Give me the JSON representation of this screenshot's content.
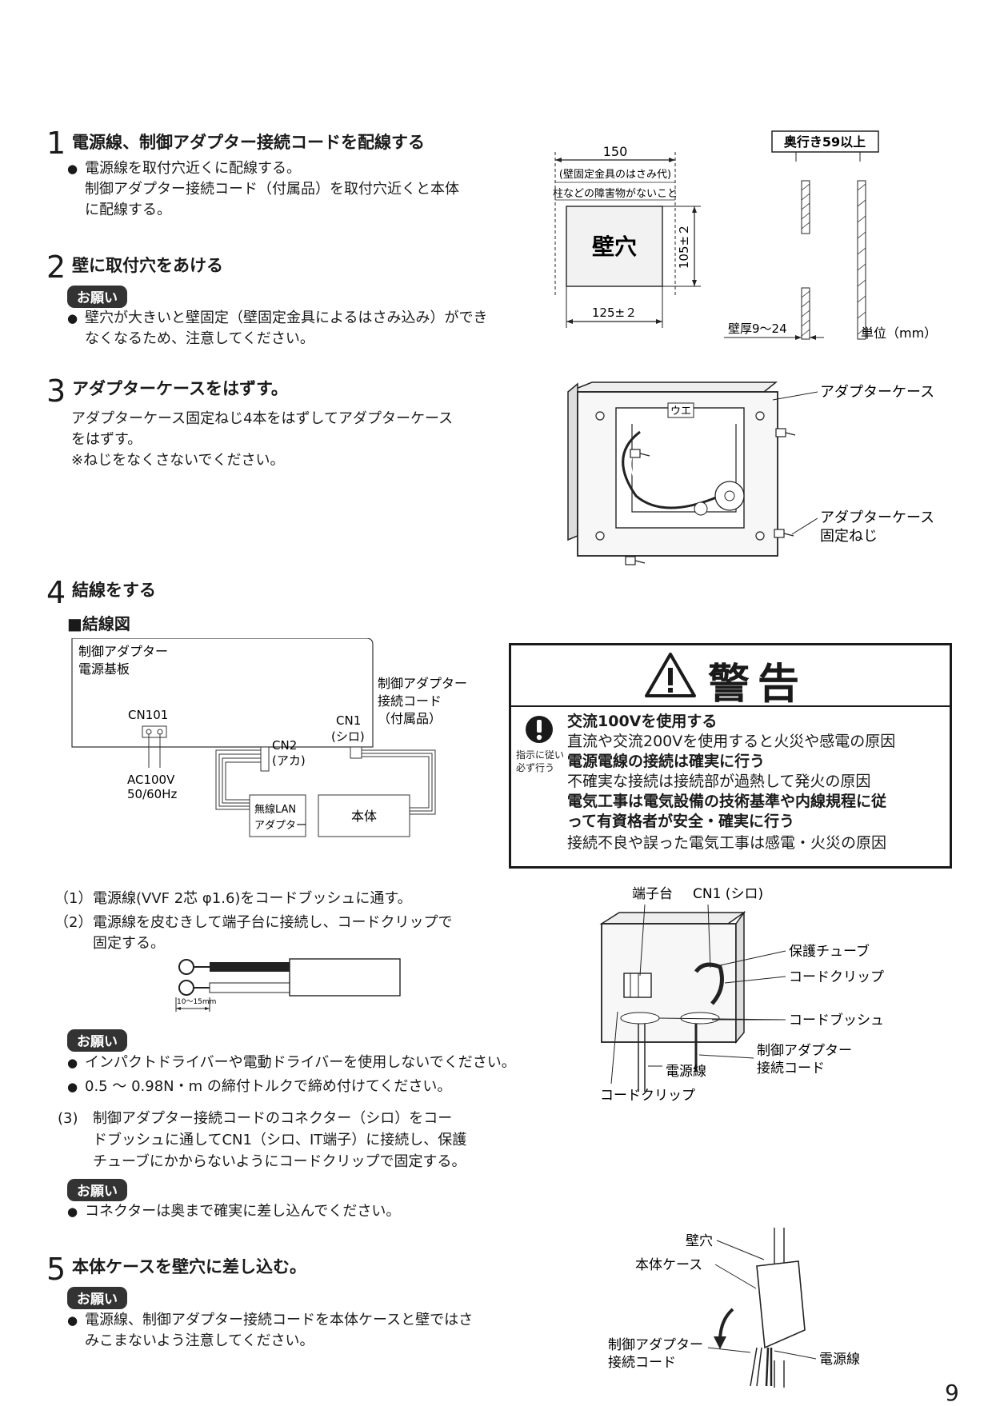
{
  "steps": [
    {
      "num": "1",
      "title": "電源線、制御アダプター接続コードを配線する"
    },
    {
      "num": "2",
      "title": "壁に取付穴をあける"
    },
    {
      "num": "3",
      "title": "アダプターケースをはずす。"
    },
    {
      "num": "4",
      "title": "結線をする"
    },
    {
      "num": "5",
      "title": "本体ケースを壁穴に差し込む。"
    }
  ],
  "step1": {
    "b1": "電源線を取付穴近くに配線する。",
    "b2_l1": "制御アダプター接続コード（付属品）を取付穴近くと本体",
    "b2_l2": "に配線する。"
  },
  "step2": {
    "onegai": "お願い",
    "l1": "壁穴が大きいと壁固定（壁固定金具によるはさみ込み）ができ",
    "l2": "なくなるため、注意してください。"
  },
  "step3": {
    "l1": "アダプターケース固定ねじ4本をはずしてアダプターケース",
    "l2": "をはずす。",
    "l3": "※ねじをなくさないでください。"
  },
  "dim": {
    "w150": "150",
    "note1": "(壁固定金具のはさみ代)",
    "note2": "柱などの障害物がないこと",
    "hole": "壁穴",
    "h105": "105±２",
    "w125": "125±２",
    "depth": "奥行き59以上",
    "thick": "壁厚9～24",
    "unit": "単位（mm）"
  },
  "adapter": {
    "case": "アダプターケース",
    "screw1": "アダプターケース",
    "screw2": "固定ねじ",
    "ue": "ウエ"
  },
  "wiring": {
    "heading": "■結線図",
    "board1": "制御アダプター",
    "board2": "電源基板",
    "cn101": "CN101",
    "ac1": "AC100V",
    "ac2": "50/60Hz",
    "cn2": "CN2",
    "cn2c": "(アカ)",
    "cn1": "CN1",
    "cn1c": "(シロ)",
    "cord1": "制御アダプター",
    "cord2": "接続コード",
    "cord3": "（付属品）",
    "lan1": "無線LAN",
    "lan2": "アダプター",
    "main": "本体"
  },
  "warning": {
    "title": "警告",
    "mark1": "指示に従い",
    "mark2": "必ず行う",
    "r1b": "交流100Vを使用する",
    "r1": "直流や交流200Vを使用すると火災や感電の原因",
    "r2b": "電源電線の接続は確実に行う",
    "r2": "不確実な接続は接続部が過熱して発火の原因",
    "r3b1": "電気工事は電気設備の技術基準や内線規程に従",
    "r3b2": "って有資格者が安全・確実に行う",
    "r3": "接続不良や誤った電気工事は感電・火災の原因"
  },
  "step4": {
    "p1n": "（1）",
    "p1": "電源線(VVF 2芯 φ1.6)をコードブッシュに通す。",
    "p2n": "（2）",
    "p2a": "電源線を皮むきして端子台に接続し、コードクリップで",
    "p2b": "固定する。",
    "strip": "10～15mm",
    "onegai": "お願い",
    "n1": "インパクトドライバーや電動ドライバーを使用しないでください。",
    "n2": "0.5 ～ 0.98N・m の締付トルクで締め付けてください。",
    "p3n": "(3)",
    "p3a": "制御アダプター接続コードのコネクター（シロ）をコー",
    "p3b": "ドブッシュに通してCN1（シロ、IT端子）に接続し、保護",
    "p3c": "チューブにかからないようにコードクリップで固定する。",
    "onegai2": "お願い",
    "n3": "コネクターは奥まで確実に差し込んでください。"
  },
  "box": {
    "terminal": "端子台",
    "cn1": "CN1 (シロ)",
    "tube": "保護チューブ",
    "clip": "コードクリップ",
    "bush": "コードブッシュ",
    "cord1": "制御アダプター",
    "cord2": "接続コード",
    "power": "電源線",
    "clip2": "コードクリップ"
  },
  "step5": {
    "onegai": "お願い",
    "l1": "電源線、制御アダプター接続コードを本体ケースと壁ではさ",
    "l2": "みこまないよう注意してください。"
  },
  "insert": {
    "hole": "壁穴",
    "case": "本体ケース",
    "cord1": "制御アダプター",
    "cord2": "接続コード",
    "power": "電源線"
  },
  "page": "9"
}
